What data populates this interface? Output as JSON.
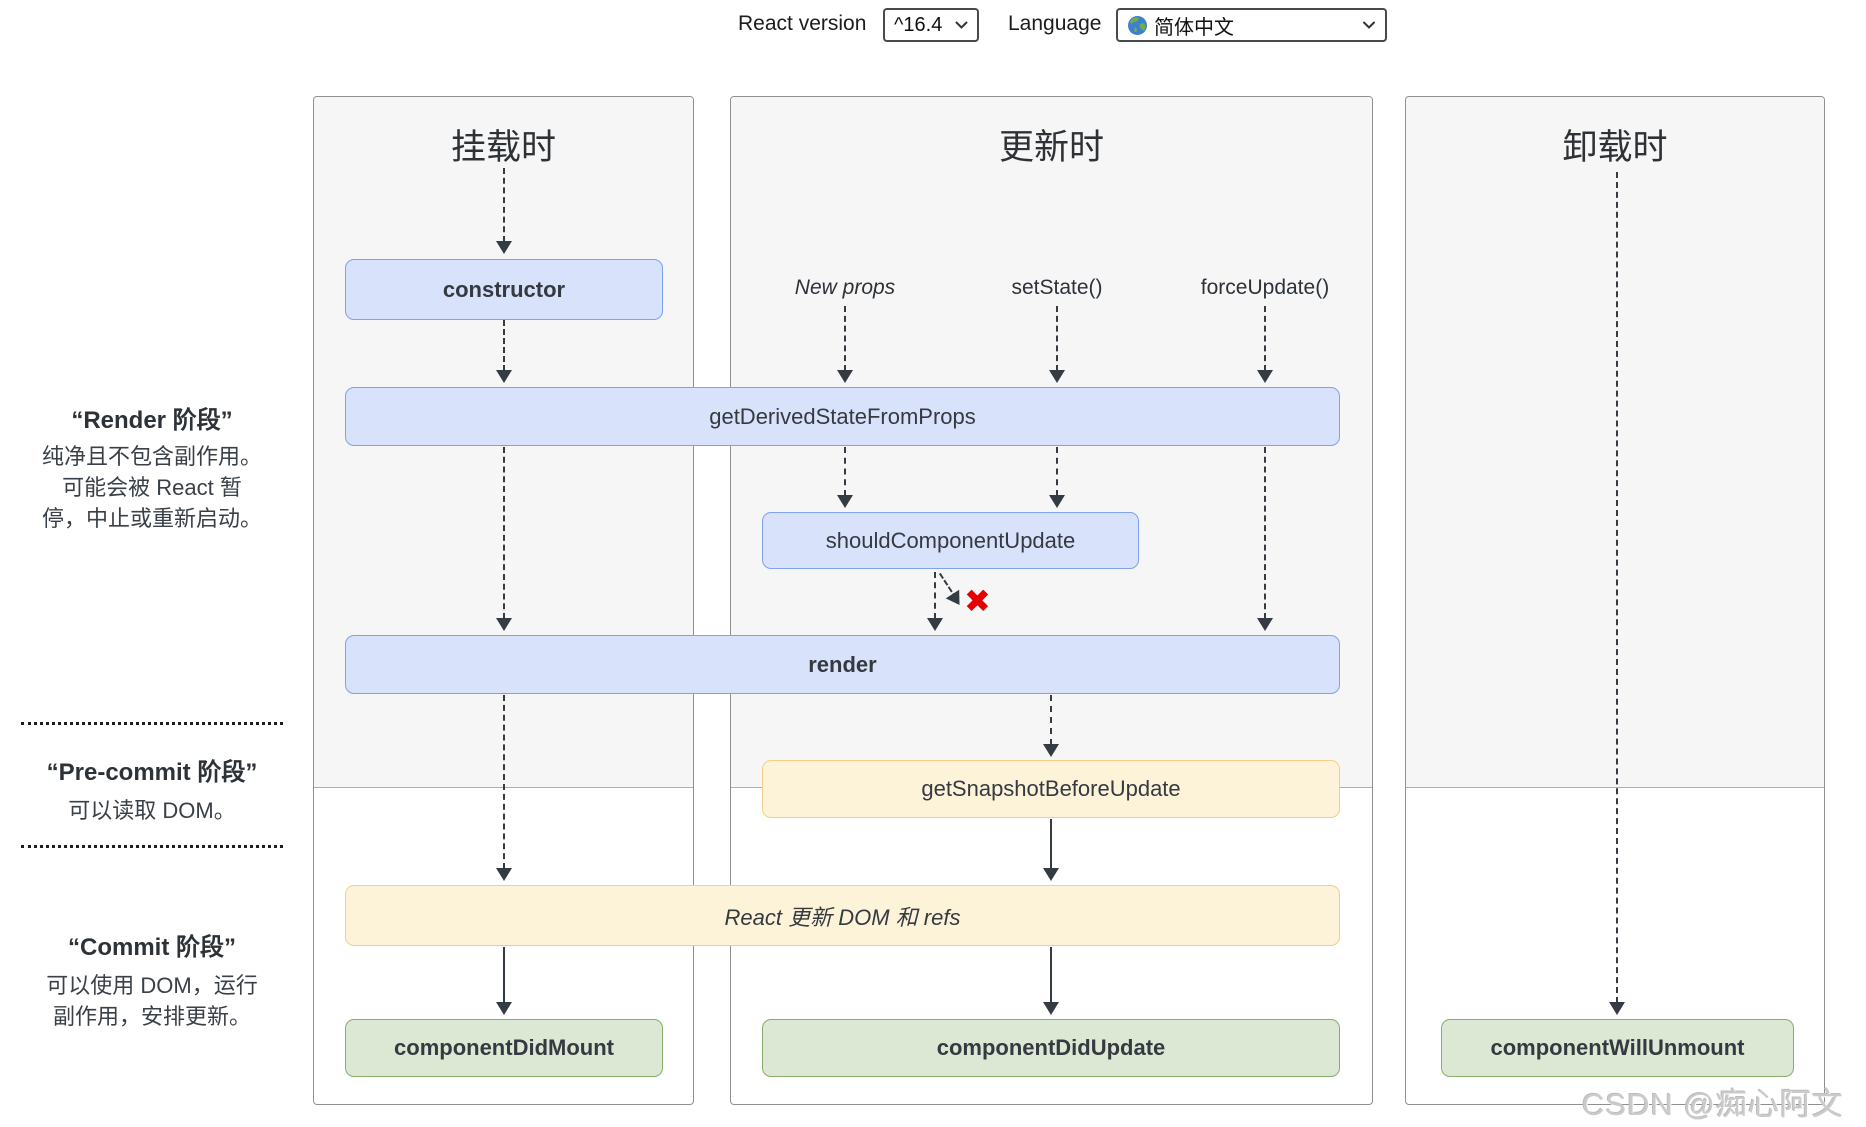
{
  "toolbar": {
    "react_version_label": "React version",
    "react_version_value": "^16.4",
    "language_label": "Language",
    "language_value": "简体中文"
  },
  "columns": {
    "mounting": "挂载时",
    "updating": "更新时",
    "unmounting": "卸载时"
  },
  "triggers": {
    "new_props": "New props",
    "set_state": "setState()",
    "force_update": "forceUpdate()"
  },
  "methods": {
    "constructor": "constructor",
    "get_derived_state_from_props": "getDerivedStateFromProps",
    "should_component_update": "shouldComponentUpdate",
    "render": "render",
    "get_snapshot_before_update": "getSnapshotBeforeUpdate",
    "react_updates_dom": "React 更新 DOM 和 refs",
    "component_did_mount": "componentDidMount",
    "component_did_update": "componentDidUpdate",
    "component_will_unmount": "componentWillUnmount"
  },
  "phases": {
    "render": {
      "title": "“Render 阶段”",
      "lines": [
        "纯净且不包含副作用。",
        "可能会被 React 暂",
        "停，中止或重新启动。"
      ]
    },
    "pre_commit": {
      "title": "“Pre-commit 阶段”",
      "lines": [
        "可以读取 DOM。"
      ]
    },
    "commit": {
      "title": "“Commit 阶段”",
      "lines": [
        "可以使用 DOM，运行",
        "副作用，安排更新。"
      ]
    }
  },
  "marks": {
    "skip_update": "✖"
  },
  "watermark": "CSDN @痴心阿文",
  "colors": {
    "box_blue": "#d8e2fb",
    "box_blue_border": "#7ea1f1",
    "box_yellow": "#fdf3d9",
    "box_yellow_border": "#f3cf87",
    "box_green": "#dde8d4",
    "box_green_border": "#89ac6c",
    "panel_gray": "#f6f6f7",
    "skip_red": "#e60000"
  }
}
